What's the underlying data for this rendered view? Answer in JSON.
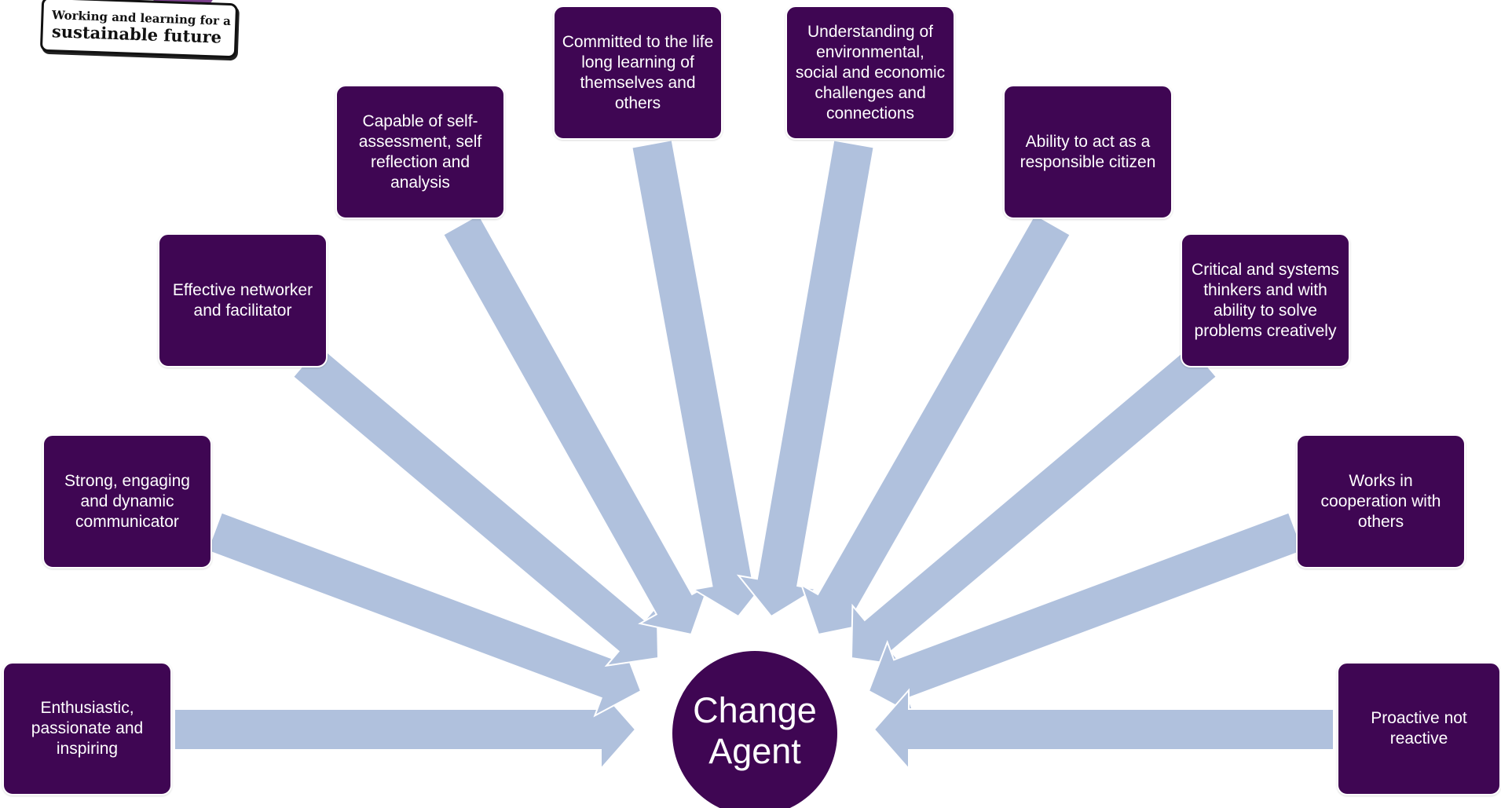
{
  "colors": {
    "box_fill": "#3f0653",
    "arrow_fill": "#b0c1dd",
    "text": "#ffffff",
    "logo_accent": "#7b3f8c"
  },
  "logo": {
    "line1": "Working and learning for a",
    "line2": "sustainable future"
  },
  "center": {
    "line1": "Change",
    "line2": "Agent"
  },
  "attributes": [
    {
      "id": "enthusiastic",
      "label": "Enthusiastic, passionate and inspiring"
    },
    {
      "id": "communicator",
      "label": "Strong, engaging and dynamic communicator"
    },
    {
      "id": "networker",
      "label": "Effective networker and facilitator"
    },
    {
      "id": "self-assessment",
      "label": "Capable of self-assessment, self reflection and analysis"
    },
    {
      "id": "lifelong-learning",
      "label": "Committed to the life long learning of themselves and others"
    },
    {
      "id": "understanding",
      "label": "Understanding of environmental, social and economic challenges and connections"
    },
    {
      "id": "citizen",
      "label": "Ability to act as a responsible citizen"
    },
    {
      "id": "systems-thinkers",
      "label": "Critical and systems thinkers and with ability to solve problems creatively"
    },
    {
      "id": "cooperation",
      "label": "Works in cooperation with others"
    },
    {
      "id": "proactive",
      "label": "Proactive not reactive"
    }
  ]
}
